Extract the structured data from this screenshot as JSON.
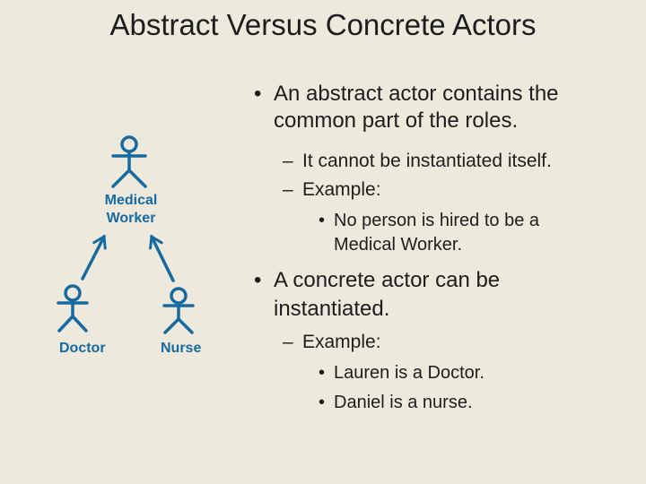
{
  "slide": {
    "title": "Abstract Versus Concrete Actors"
  },
  "colors": {
    "background": "#ede9dd",
    "diagram_blue": "#176a9f",
    "text": "#1d1d1d"
  },
  "diagram": {
    "abstract_actor": {
      "label_line1": "Medical",
      "label_line2": "Worker"
    },
    "concrete_actor_1": {
      "label": "Doctor"
    },
    "concrete_actor_2": {
      "label": "Nurse"
    },
    "icons": {
      "actor_icon": "uml-stick-figure",
      "arrow_icon": "generalization-arrow-open-head"
    }
  },
  "markers": {
    "dot": "•",
    "dash": "–"
  },
  "content": {
    "b1_line1": "An abstract actor contains the",
    "b1_line2": "common part of the roles.",
    "b1_sub1": "It cannot be instantiated itself.",
    "b1_sub2": "Example:",
    "b1_sub2_item_line1": "No person is hired to be a",
    "b1_sub2_item_line2": "Medical Worker.",
    "b2_line1": "A concrete actor can be",
    "b2_line2": "instantiated.",
    "b2_sub1": "Example:",
    "b2_sub1_item1": "Lauren is a Doctor.",
    "b2_sub1_item2": "Daniel is a nurse."
  }
}
